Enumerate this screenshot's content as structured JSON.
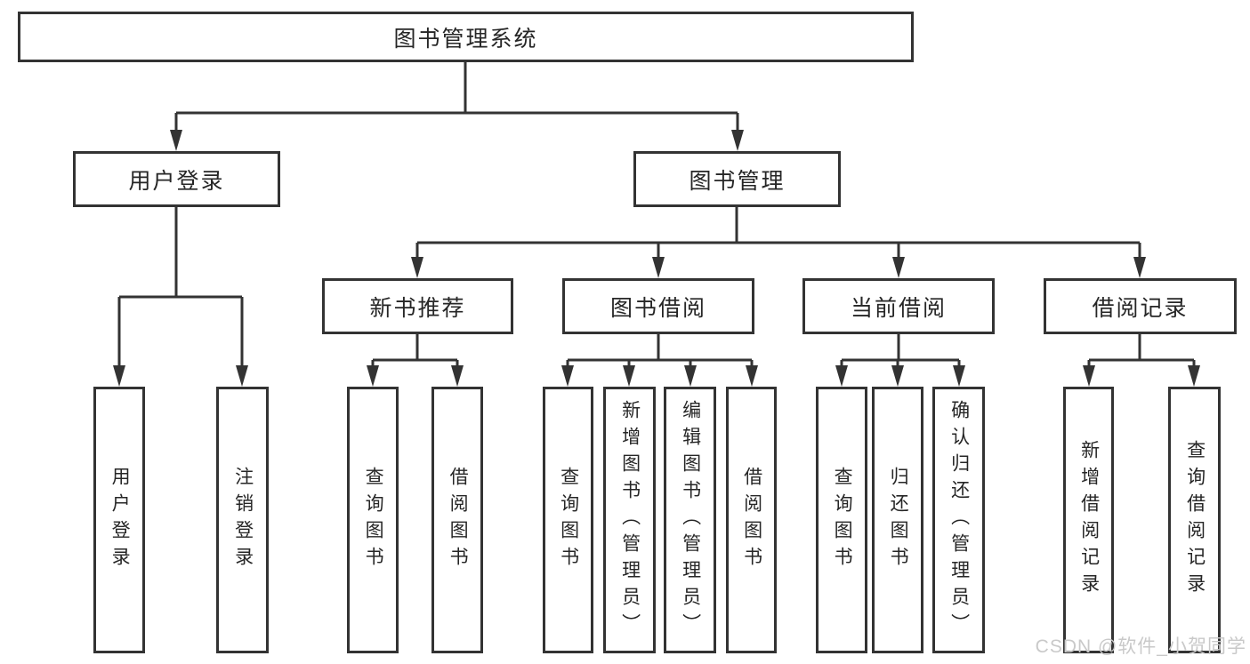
{
  "nodes": {
    "root": "图书管理系统",
    "user_login": "用户登录",
    "book_mgmt": "图书管理",
    "new_books": "新书推荐",
    "book_borrow": "图书借阅",
    "current_borrow": "当前借阅",
    "borrow_records": "借阅记录"
  },
  "leaves": {
    "user_login": [
      "用户登录",
      "注销登录"
    ],
    "new_books": [
      "查询图书",
      "借阅图书"
    ],
    "book_borrow": [
      "查询图书",
      "新增图书（管理员）",
      "编辑图书（管理员）",
      "借阅图书"
    ],
    "current_borrow": [
      "查询图书",
      "归还图书",
      "确认归还（管理员）"
    ],
    "borrow_records": [
      "新增借阅记录",
      "查询借阅记录"
    ]
  },
  "watermark": "CSDN @软件_小贺同学",
  "colors": {
    "line": "#333333",
    "text": "#262626",
    "watermark": "#c9c9c9",
    "background": "#ffffff"
  }
}
